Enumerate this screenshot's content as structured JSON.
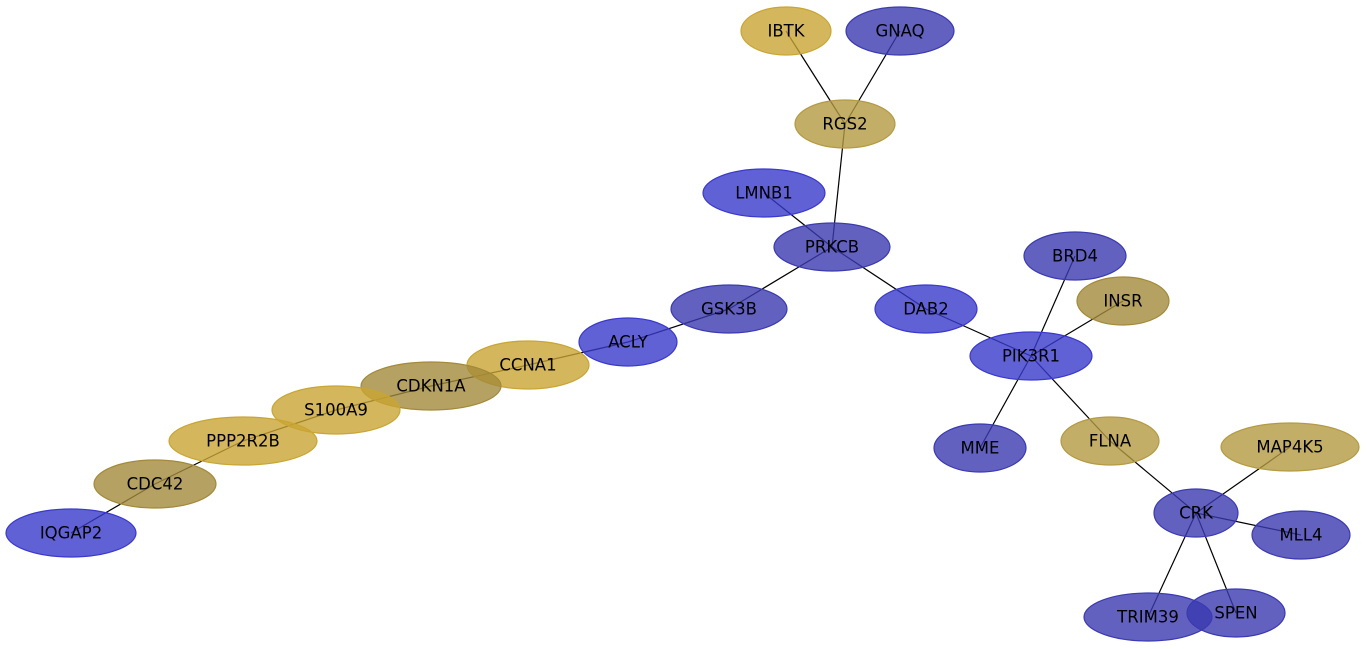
{
  "colors": {
    "blue": "#3a39cc",
    "blue_dark": "#3b3ab0",
    "gold": "#c9a533",
    "gold_dark": "#a38a3a",
    "khaki": "#b49a42",
    "edge": "#000000"
  },
  "nodes": [
    {
      "id": "IBTK",
      "label": "IBTK",
      "color": "gold"
    },
    {
      "id": "GNAQ",
      "label": "GNAQ",
      "color": "blue_dark"
    },
    {
      "id": "RGS2",
      "label": "RGS2",
      "color": "khaki"
    },
    {
      "id": "LMNB1",
      "label": "LMNB1",
      "color": "blue"
    },
    {
      "id": "PRKCB",
      "label": "PRKCB",
      "color": "blue_dark"
    },
    {
      "id": "BRD4",
      "label": "BRD4",
      "color": "blue_dark"
    },
    {
      "id": "INSR",
      "label": "INSR",
      "color": "gold_dark"
    },
    {
      "id": "GSK3B",
      "label": "GSK3B",
      "color": "blue_dark"
    },
    {
      "id": "DAB2",
      "label": "DAB2",
      "color": "blue"
    },
    {
      "id": "ACLY",
      "label": "ACLY",
      "color": "blue"
    },
    {
      "id": "PIK3R1",
      "label": "PIK3R1",
      "color": "blue"
    },
    {
      "id": "CCNA1",
      "label": "CCNA1",
      "color": "gold"
    },
    {
      "id": "CDKN1A",
      "label": "CDKN1A",
      "color": "gold_dark"
    },
    {
      "id": "S100A9",
      "label": "S100A9",
      "color": "gold"
    },
    {
      "id": "MME",
      "label": "MME",
      "color": "blue_dark"
    },
    {
      "id": "FLNA",
      "label": "FLNA",
      "color": "khaki"
    },
    {
      "id": "PPP2R2B",
      "label": "PPP2R2B",
      "color": "gold"
    },
    {
      "id": "MAP4K5",
      "label": "MAP4K5",
      "color": "khaki"
    },
    {
      "id": "CDC42",
      "label": "CDC42",
      "color": "gold_dark"
    },
    {
      "id": "CRK",
      "label": "CRK",
      "color": "blue_dark"
    },
    {
      "id": "IQGAP2",
      "label": "IQGAP2",
      "color": "blue"
    },
    {
      "id": "MLL4",
      "label": "MLL4",
      "color": "blue_dark"
    },
    {
      "id": "SPEN",
      "label": "SPEN",
      "color": "blue_dark"
    },
    {
      "id": "TRIM39",
      "label": "TRIM39",
      "color": "blue_dark"
    }
  ],
  "edges": [
    [
      "IBTK",
      "RGS2"
    ],
    [
      "GNAQ",
      "RGS2"
    ],
    [
      "RGS2",
      "PRKCB"
    ],
    [
      "LMNB1",
      "PRKCB"
    ],
    [
      "PRKCB",
      "GSK3B"
    ],
    [
      "PRKCB",
      "DAB2"
    ],
    [
      "GSK3B",
      "ACLY"
    ],
    [
      "DAB2",
      "PIK3R1"
    ],
    [
      "BRD4",
      "PIK3R1"
    ],
    [
      "INSR",
      "PIK3R1"
    ],
    [
      "PIK3R1",
      "MME"
    ],
    [
      "PIK3R1",
      "FLNA"
    ],
    [
      "FLNA",
      "CRK"
    ],
    [
      "MAP4K5",
      "CRK"
    ],
    [
      "CRK",
      "MLL4"
    ],
    [
      "CRK",
      "SPEN"
    ],
    [
      "CRK",
      "TRIM39"
    ],
    [
      "ACLY",
      "CCNA1"
    ],
    [
      "CCNA1",
      "CDKN1A"
    ],
    [
      "CDKN1A",
      "S100A9"
    ],
    [
      "S100A9",
      "PPP2R2B"
    ],
    [
      "PPP2R2B",
      "CDC42"
    ],
    [
      "CDC42",
      "IQGAP2"
    ]
  ]
}
